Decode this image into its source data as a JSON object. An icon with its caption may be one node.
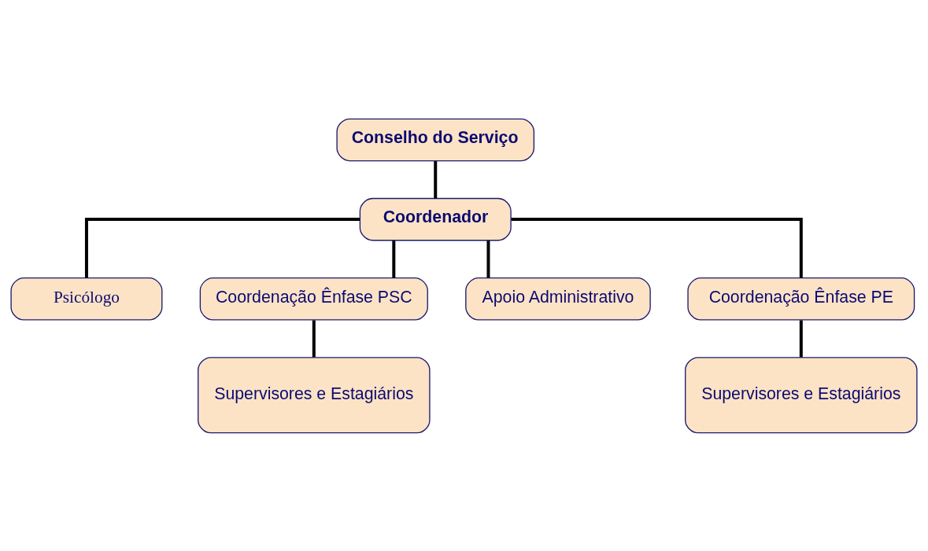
{
  "diagram": {
    "nodes": [
      {
        "text": [
          "Conselho do Serviço"
        ]
      },
      {
        "text": [
          "Coordenador"
        ]
      },
      {
        "text": [
          "Psicólogo"
        ]
      },
      {
        "text": [
          "Coordenação Ênfase PSC"
        ]
      },
      {
        "text": [
          "Apoio Administrativo"
        ]
      },
      {
        "text": [
          "Coordenação Ênfase PE"
        ]
      },
      {
        "text": [
          "Supervisores e Estagiários"
        ]
      },
      {
        "text": [
          "Supervisores e Estagiários"
        ]
      }
    ],
    "edges": [
      {
        "from": 0,
        "to": 1,
        "arrow": "none"
      },
      {
        "from": 1,
        "to": 2,
        "arrow": "none"
      },
      {
        "from": 1,
        "to": 3,
        "arrow": "none"
      },
      {
        "from": 1,
        "to": 4,
        "arrow": "none"
      },
      {
        "from": 1,
        "to": 5,
        "arrow": "none"
      },
      {
        "from": 3,
        "to": 6,
        "arrow": "none"
      },
      {
        "from": 5,
        "to": 7,
        "arrow": "none"
      }
    ]
  }
}
